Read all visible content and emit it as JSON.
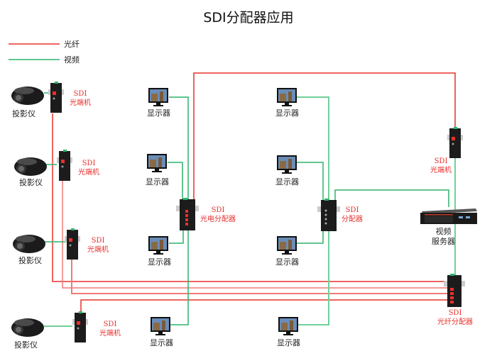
{
  "title": "SDI分配器应用",
  "legend": [
    {
      "label": "光纤",
      "color": "#e8302c"
    },
    {
      "label": "视频",
      "color": "#2db36a"
    }
  ],
  "colors": {
    "fiber": "#e8302c",
    "fiber_light": "#f07a78",
    "video": "#2db36a",
    "video_light": "#6fd09a"
  },
  "projectors": [
    {
      "label": "投影仪"
    },
    {
      "label": "投影仪"
    },
    {
      "label": "投影仪"
    },
    {
      "label": "投影仪"
    }
  ],
  "transceivers": [
    {
      "line1": "SDI",
      "line2": "光端机"
    },
    {
      "line1": "SDI",
      "line2": "光端机"
    },
    {
      "line1": "SDI",
      "line2": "光端机"
    },
    {
      "line1": "SDI",
      "line2": "光端机"
    },
    {
      "line1": "SDI",
      "line2": "光端机"
    }
  ],
  "monitors": [
    {
      "label": "显示器"
    },
    {
      "label": "显示器"
    },
    {
      "label": "显示器"
    },
    {
      "label": "显示器"
    },
    {
      "label": "显示器"
    },
    {
      "label": "显示器"
    },
    {
      "label": "显示器"
    },
    {
      "label": "显示器"
    }
  ],
  "oe_splitter": {
    "line1": "SDI",
    "line2": "光电分配器"
  },
  "sdi_splitter": {
    "line1": "SDI",
    "line2": "分配器"
  },
  "fiber_splitter": {
    "line1": "SDI",
    "line2": "光纤分配器"
  },
  "server": {
    "line1": "视频",
    "line2": "服务器"
  }
}
